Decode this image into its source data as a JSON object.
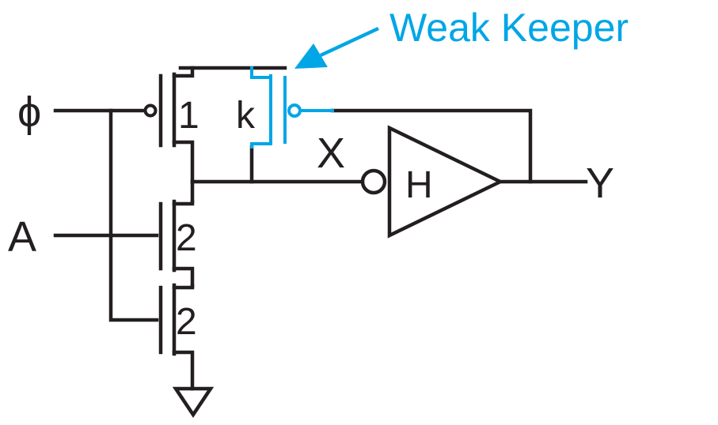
{
  "labels": {
    "phi": "ϕ",
    "a": "A",
    "x": "X",
    "y": "Y",
    "h": "H",
    "pmos_size": "1",
    "keeper_size": "k",
    "nmos_a_size": "2",
    "nmos_clk_size": "2",
    "keeper_callout": "Weak Keeper"
  },
  "colors": {
    "wire": "#231f20",
    "keeper": "#00a6e6"
  }
}
